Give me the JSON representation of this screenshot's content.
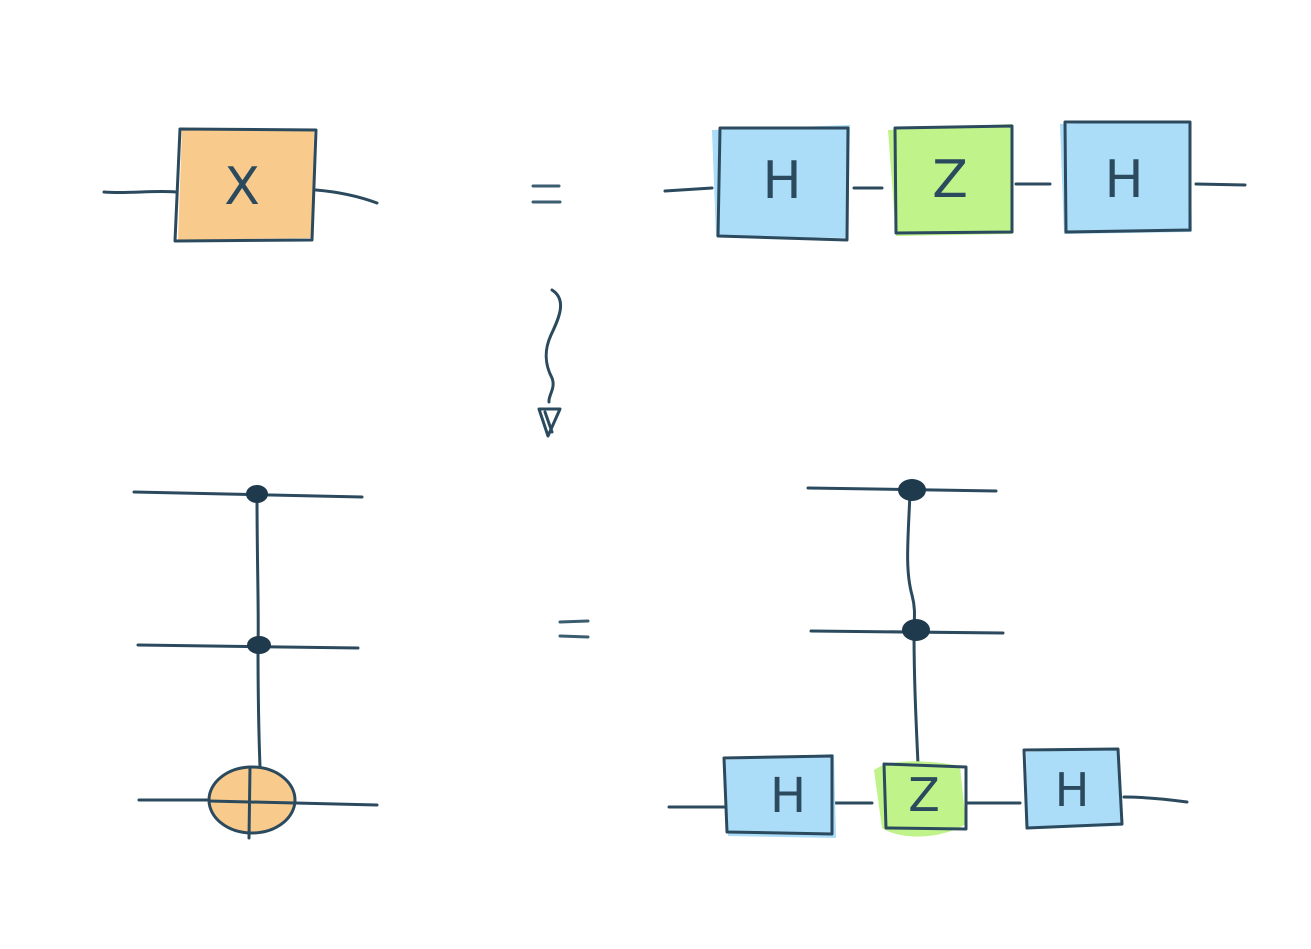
{
  "equation_symbol": "=",
  "colors": {
    "ink": "#2c4a5e",
    "x_gate_fill": "#f8cb8c",
    "h_gate_fill": "#abdcf8",
    "z_gate_fill": "#c0f38a",
    "background": "#ffffff"
  },
  "top_row": {
    "left": {
      "gates": [
        "X"
      ]
    },
    "right": {
      "gates": [
        "H",
        "Z",
        "H"
      ]
    }
  },
  "bottom_row": {
    "left": {
      "controls": 2,
      "target": "oplus"
    },
    "right": {
      "controls": 2,
      "target_sequence": [
        "H",
        "Z",
        "H"
      ]
    }
  },
  "connector": "squiggle-arrow-down"
}
